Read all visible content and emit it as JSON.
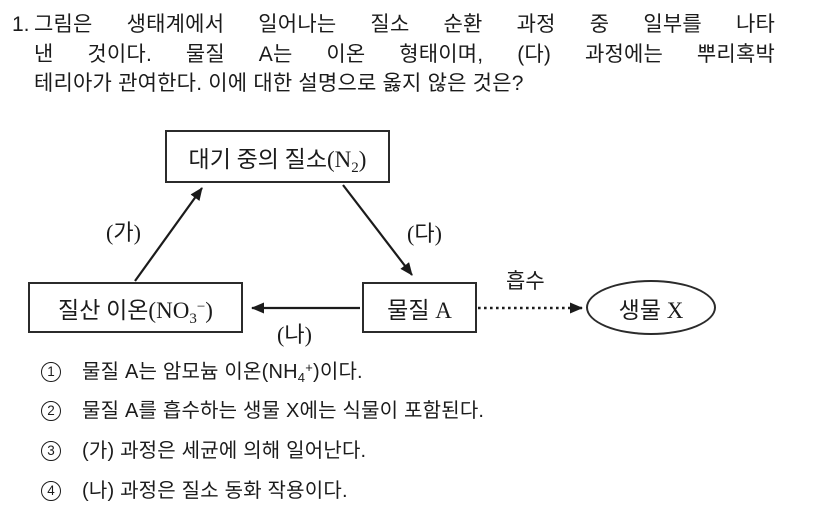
{
  "colors": {
    "ink": "#1b1b1b",
    "line": "#2b2b2b",
    "bg": "#ffffff"
  },
  "question": {
    "number": "1.",
    "lines": [
      "그림은 생태계에서 일어나는 질소 순환 과정 중 일부를 나타",
      "낸 것이다. 물질 A는 이온 형태이며, (다) 과정에는 뿌리혹박",
      "테리아가 관여한다. 이에 대한 설명으로 옳지 않은 것은?"
    ]
  },
  "diagram": {
    "nodes": {
      "n2": {
        "pre": "대기 중의 질소(N",
        "sub": "2",
        "post": ")"
      },
      "no3": {
        "pre": "질산 이온(NO",
        "sub": "3",
        "sup": "−",
        "post": ")"
      },
      "matA": {
        "pre": "물질 A"
      },
      "orgX": {
        "pre": "생물 X"
      }
    },
    "labels": {
      "ga": "(가)",
      "na": "(나)",
      "da": "(다)",
      "absorb": "흡수"
    }
  },
  "options": [
    {
      "num": "1",
      "pre": "물질 A는 암모늄 이온(NH",
      "sub": "4",
      "sup": "+",
      "post": ")이다."
    },
    {
      "num": "2",
      "pre": "물질 A를 흡수하는 생물 X에는 식물이 포함된다."
    },
    {
      "num": "3",
      "pre": "(가) 과정은 세균에 의해 일어난다."
    },
    {
      "num": "4",
      "pre": "(나) 과정은 질소 동화 작용이다."
    }
  ]
}
